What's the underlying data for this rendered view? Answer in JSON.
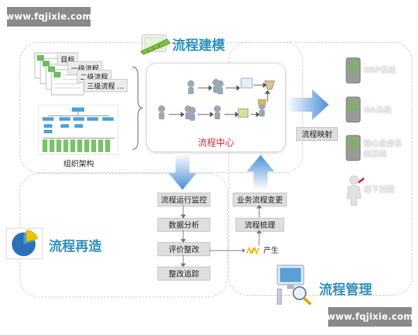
{
  "watermark_top": "www.fqjixie.com",
  "watermark_bottom": "www.fqjixie.com",
  "sections": {
    "modeling": "流程建模",
    "reengineering": "流程再造",
    "management": "流程管理"
  },
  "process_center": "流程中心",
  "hierarchy": [
    "目标",
    "一级流程",
    "二级流程",
    "三级流程 …"
  ],
  "org_chart_label": "组织架构",
  "process_mapping": "流程映射",
  "reengineering_steps": [
    "流程运行监控",
    "数据分析",
    "评价整改",
    "整改追踪"
  ],
  "management_steps": [
    "业务流程变更",
    "流程梳理"
  ],
  "produce_label": "产生",
  "systems": [
    "ERP系统",
    "OA系统",
    "核心业务系统系统",
    "线下流程"
  ],
  "colors": {
    "title_blue": "#2f8fbd",
    "arrow_blue": "#6aa8df",
    "center_red": "#d8272e",
    "produce_yellow": "#e6b800"
  }
}
